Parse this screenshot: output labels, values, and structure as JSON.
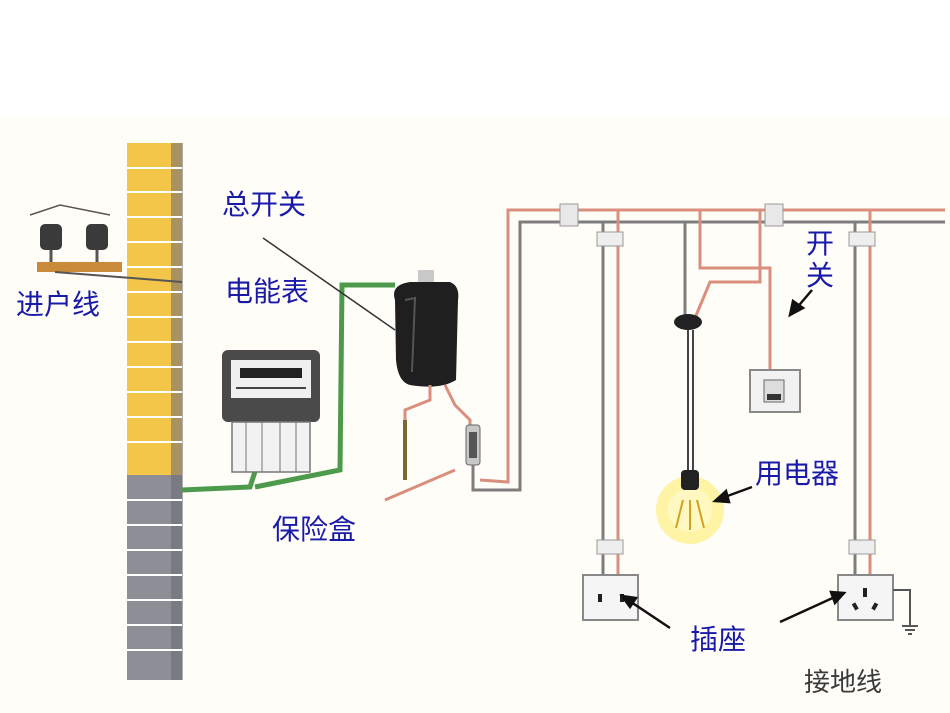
{
  "labels": {
    "entry_wire": "进户线",
    "main_switch": "总开关",
    "meter": "电能表",
    "fuse_box": "保险盒",
    "switch_char1": "开",
    "switch_char2": "关",
    "appliance": "用电器",
    "socket": "插座",
    "ground_wire": "接地线"
  },
  "colors": {
    "label_text": "#1a1aa8",
    "brick": "#f3c64a",
    "brick_gray": "#8e8e96",
    "wire_green": "#4e9a4c",
    "wire_red": "#d98e7e",
    "wire_gray": "#7d7d7d"
  }
}
